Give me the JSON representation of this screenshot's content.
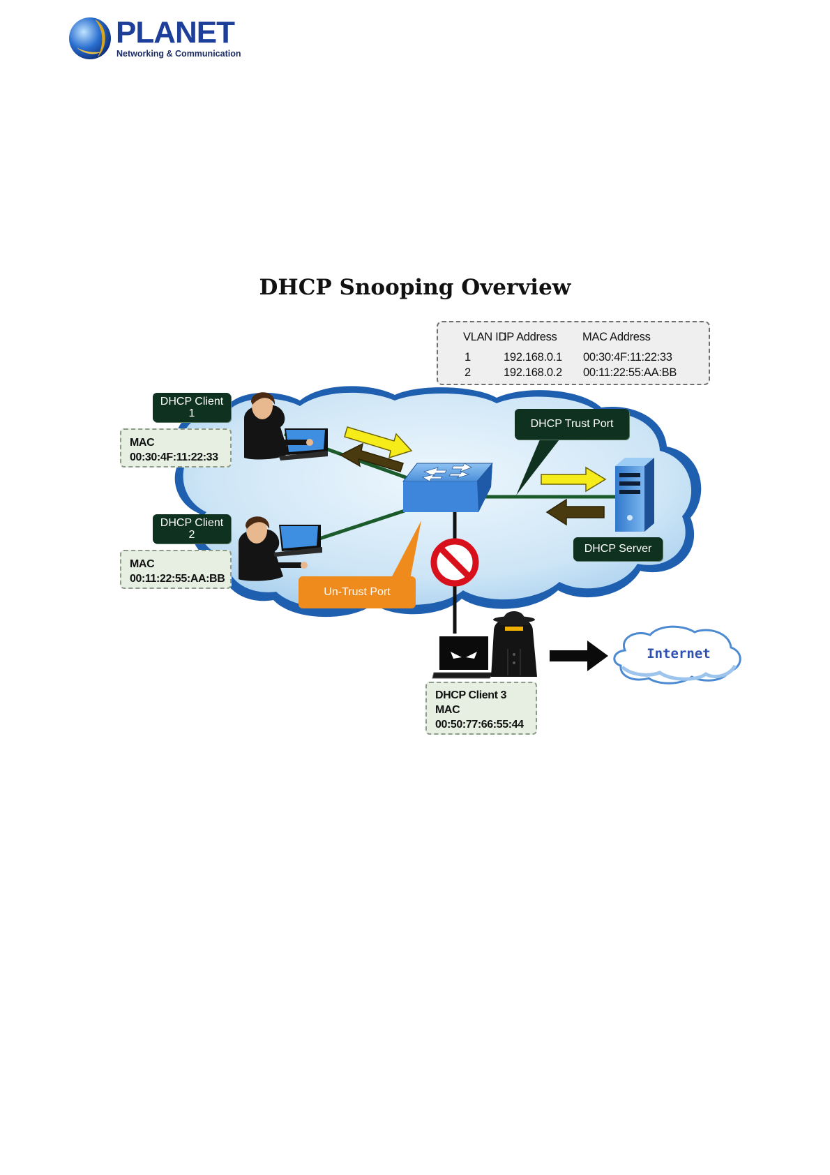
{
  "header": {
    "brand": "PLANET",
    "tagline": "Networking & Communication"
  },
  "diagram": {
    "title": "DHCP Snooping Overview",
    "binding_table": {
      "columns": [
        "VLAN ID",
        "IP Address",
        "MAC Address"
      ],
      "rows": [
        [
          "1",
          "192.168.0.1",
          "00:30:4F:11:22:33"
        ],
        [
          "2",
          "192.168.0.2",
          "00:11:22:55:AA:BB"
        ]
      ]
    },
    "client1": {
      "label_line1": "DHCP Client",
      "label_line2": "1",
      "mac_label": "MAC",
      "mac": "00:30:4F:11:22:33"
    },
    "client2": {
      "label_line1": "DHCP Client",
      "label_line2": "2",
      "mac_label": "MAC",
      "mac": "00:11:22:55:AA:BB"
    },
    "client3": {
      "label": "DHCP Client 3",
      "mac_label": "MAC",
      "mac": "00:50:77:66:55:44"
    },
    "trust_port_label": "DHCP Trust Port",
    "untrust_port_label": "Un-Trust Port",
    "server_label": "DHCP Server",
    "internet_label": "Internet",
    "colors": {
      "cloud": "#c9e3f5",
      "cloud_edge": "#1f5fb0",
      "link": "#1b5a2a",
      "arrow_request": "#f6ec1a",
      "arrow_reply": "#4a3a10",
      "block_sign": "#d8101c",
      "untrust_badge": "#ef8a1c",
      "dark_label": "#0f3220"
    }
  }
}
